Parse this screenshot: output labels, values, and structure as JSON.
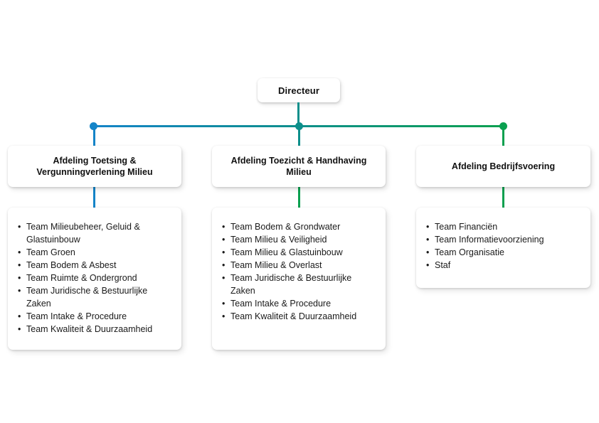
{
  "diagram": {
    "type": "organizational-chart",
    "root": {
      "label": "Directeur"
    },
    "colors": {
      "branch_blue": "#1484c8",
      "branch_teal": "#0d8f8b",
      "branch_green": "#0aa04f",
      "card_background": "#ffffff",
      "text": "#1a1a1a"
    },
    "departments": [
      {
        "name": "Afdeling Toetsing & Vergunningverlening Milieu",
        "accent": "#1484c8",
        "teams": [
          "Team Milieubeheer, Geluid & Glastuinbouw",
          "Team Groen",
          "Team Bodem & Asbest",
          "Team Ruimte & Ondergrond",
          "Team Juridische & Bestuurlijke Zaken",
          "Team Intake & Procedure",
          "Team Kwaliteit & Duurzaamheid"
        ]
      },
      {
        "name": "Afdeling Toezicht & Handhaving Milieu",
        "accent": "#0d8f8b",
        "teams": [
          "Team Bodem & Grondwater",
          "Team Milieu & Veiligheid",
          "Team Milieu & Glastuinbouw",
          "Team Milieu & Overlast",
          "Team Juridische & Bestuurlijke Zaken",
          "Team Intake & Procedure",
          "Team Kwaliteit & Duurzaamheid"
        ]
      },
      {
        "name": "Afdeling Bedrijfsvoering",
        "accent": "#0aa04f",
        "teams": [
          "Team Financiën",
          "Team Informatievoorziening",
          "Team Organisatie",
          "Staf"
        ]
      }
    ]
  }
}
